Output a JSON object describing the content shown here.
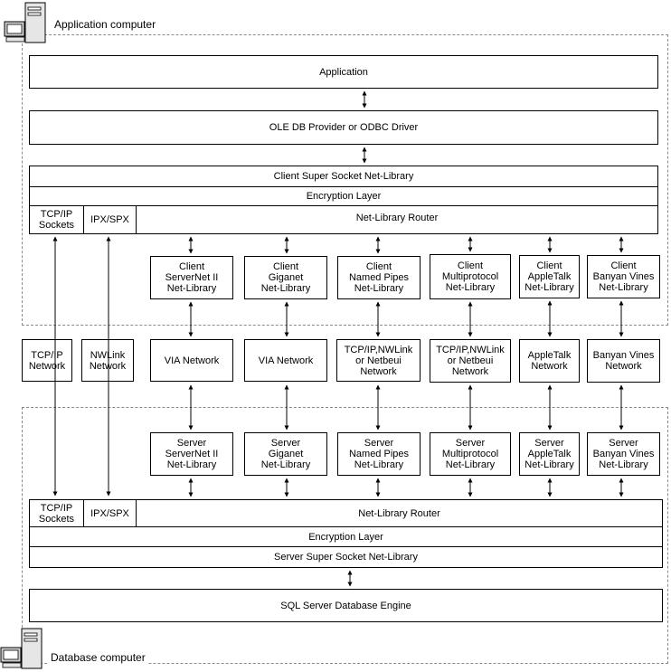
{
  "application_computer": {
    "caption": "Application computer",
    "application": "Application",
    "provider": "OLE DB Provider or ODBC Driver",
    "super_socket": "Client Super Socket Net-Library",
    "encryption": "Encryption Layer",
    "tcpip_sockets": "TCP/IP\nSockets",
    "ipx_spx": "IPX/SPX",
    "router": "Net-Library Router",
    "net_libraries": [
      "Client\nServerNet II\nNet-Library",
      "Client\nGiganet\nNet-Library",
      "Client\nNamed Pipes\nNet-Library",
      "Client\nMultiprotocol\nNet-Library",
      "Client\nAppleTalk\nNet-Library",
      "Client\nBanyan Vines\nNet-Library"
    ]
  },
  "networks": {
    "tcpip": "TCP/IP\nNetwork",
    "nwlink": "NWLink\nNetwork",
    "items": [
      "VIA Network",
      "VIA Network",
      "TCP/IP,NWLink\nor Netbeui\nNetwork",
      "TCP/IP,NWLink\nor Netbeui\nNetwork",
      "AppleTalk\nNetwork",
      "Banyan Vines\nNetwork"
    ]
  },
  "database_computer": {
    "caption": "Database computer",
    "net_libraries": [
      "Server\nServerNet II\nNet-Library",
      "Server\nGiganet\nNet-Library",
      "Server\nNamed Pipes\nNet-Library",
      "Server\nMultiprotocol\nNet-Library",
      "Server\nAppleTalk\nNet-Library",
      "Server\nBanyan Vines\nNet-Library"
    ],
    "tcpip_sockets": "TCP/IP\nSockets",
    "ipx_spx": "IPX/SPX",
    "router": "Net-Library Router",
    "encryption": "Encryption Layer",
    "super_socket": "Server Super Socket Net-Library",
    "engine": "SQL Server Database Engine"
  },
  "icons": {
    "computer": "computer-icon"
  },
  "colors": {
    "line": "#000000",
    "region_border": "#8a8a8a",
    "background": "#ffffff"
  }
}
